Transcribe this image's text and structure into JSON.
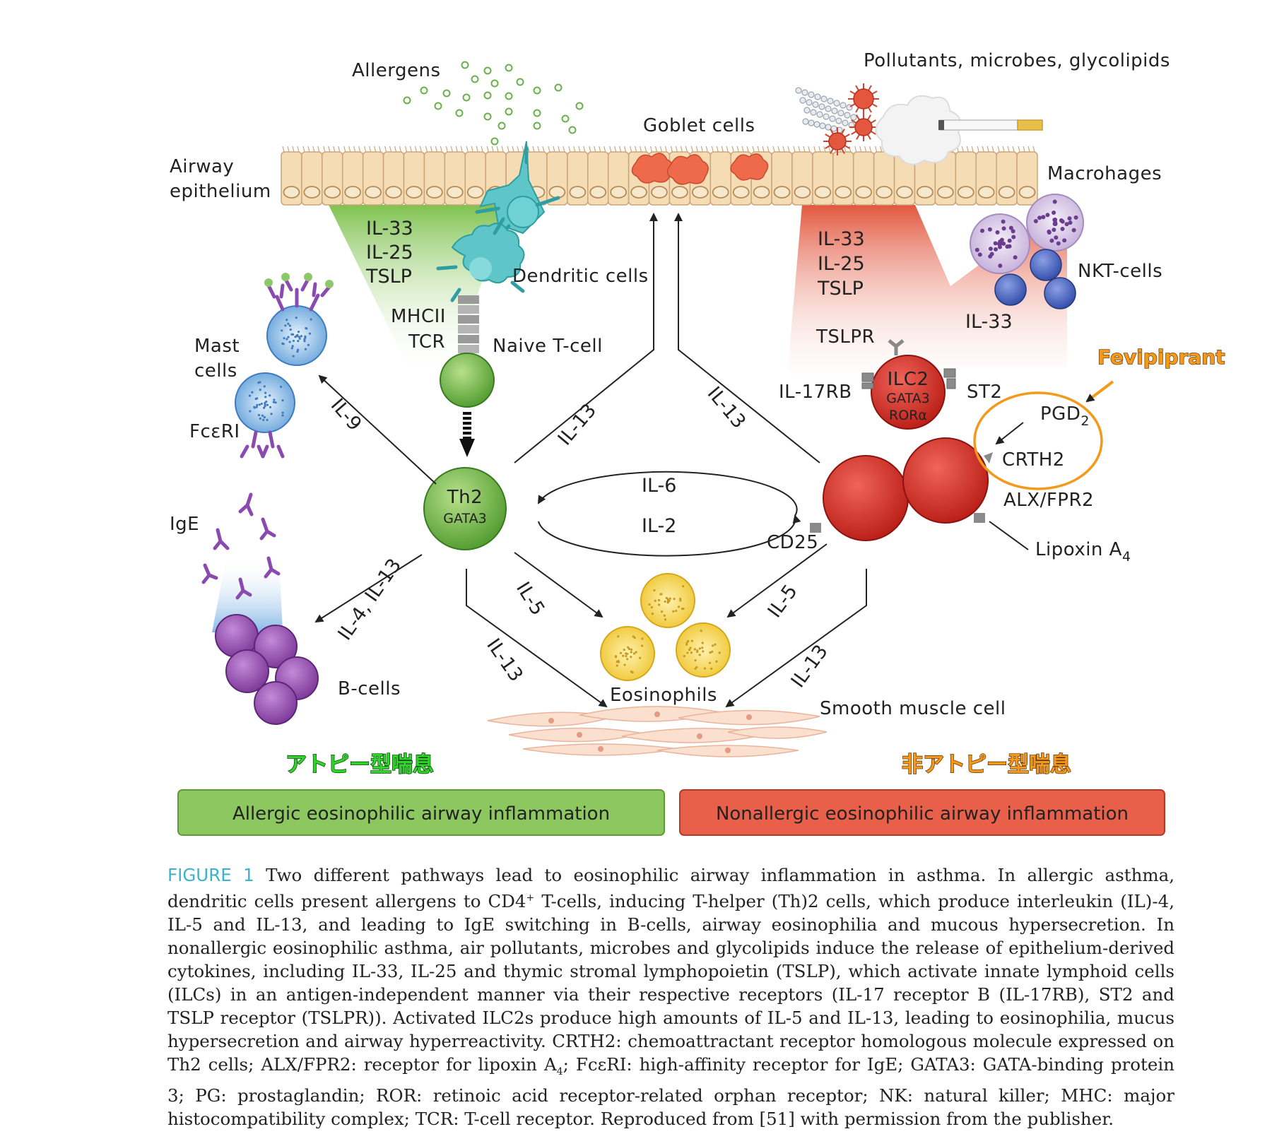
{
  "labels": {
    "allergens": "Allergens",
    "pollutants": "Pollutants, microbes, glycolipids",
    "goblet": "Goblet cells",
    "airway_line1": "Airway",
    "airway_line2": "epithelium",
    "macrophages": "Macrohages",
    "nkt": "NKT-cells",
    "dendritic": "Dendritic cells",
    "mhcii": "MHCII",
    "tcr": "TCR",
    "naive_t": "Naive T-cell",
    "mast_line1": "Mast",
    "mast_line2": "cells",
    "fceri": "FcεRI",
    "ige": "IgE",
    "bcells": "B-cells",
    "eosinophils": "Eosinophils",
    "smooth_muscle": "Smooth muscle cell",
    "th2": "Th2",
    "th2_gata3": "GATA3",
    "ilc2": "ILC2",
    "ilc2_gata3": "GATA3",
    "ilc2_ror": "RORα",
    "tslpr": "TSLPR",
    "il17rb": "IL-17RB",
    "st2": "ST2",
    "pgd2": "PGD",
    "pgd2_sub": "2",
    "crth2": "CRTH2",
    "alx": "ALX/FPR2",
    "lipoxin": "Lipoxin A",
    "lipoxin_sub": "4",
    "cd25": "CD25",
    "fevipiprant": "Fevipiprant"
  },
  "cytokines": {
    "left_il33": "IL-33",
    "left_il25": "IL-25",
    "left_tslp": "TSLP",
    "right_il33": "IL-33",
    "right_il25": "IL-25",
    "right_tslp": "TSLP",
    "right_il33_b": "IL-33",
    "il9": "IL-9",
    "il13_up_left": "IL-13",
    "il13_up_right": "IL-13",
    "il6": "IL-6",
    "il2": "IL-2",
    "il4_il13": "IL-4, IL-13",
    "il5_left": "IL-5",
    "il5_right": "IL-5",
    "il13_down_left": "IL-13",
    "il13_down_right": "IL-13"
  },
  "headings": {
    "jp_left": "アトピー型喘息",
    "jp_right": "非アトピー型喘息"
  },
  "banners": {
    "left": "Allergic eosinophilic airway inflammation",
    "right": "Nonallergic eosinophilic airway inflammation"
  },
  "caption": {
    "figure_label": "FIGURE 1",
    "part1": " Two different pathways lead to eosinophilic airway inflammation in asthma. In allergic asthma, dendritic cells present allergens to CD4",
    "sup1": "+",
    "part2": " T-cells, inducing T-helper (Th)2 cells, which produce interleukin (IL)-4, IL-5 and IL-13, and leading to IgE switching in B-cells, airway eosinophilia and mucous hypersecretion. In nonallergic eosinophilic asthma, air pollutants, microbes and glycolipids induce the release of epithelium-derived cytokines, including IL-33, IL-25 and thymic stromal lymphopoietin (TSLP), which activate innate lymphoid cells (ILCs) in an antigen-independent manner via their respective receptors (IL-17 receptor B (IL-17RB), ST2 and TSLP receptor (TSLPR)). Activated ILC2s produce high amounts of IL-5 and IL-13, leading to eosinophilia, mucus hypersecretion and airway hyperreactivity. CRTH2: chemoattractant receptor homologous molecule expressed on Th2 cells; ALX/FPR2: receptor for lipoxin A",
    "sub1": "4",
    "part3": "; FcεRI: high-affinity receptor for IgE; GATA3: GATA-binding protein 3; PG: prostaglandin; ROR: retinoic acid receptor-related orphan receptor; NK: natural killer; MHC: major histocompatibility complex; TCR: T-cell receptor. Reproduced from [51] with permission from the publisher."
  },
  "colors": {
    "epithelium": "#f5dcb4",
    "goblet": "#ef6a4a",
    "allergic_green": "#8cc760",
    "nonallergic_red": "#e8604a",
    "th2_green": "#7cc04a",
    "ilc2_red": "#d92a1e",
    "eosinophil": "#f4cf3a",
    "bcell": "#9a4fb6",
    "mast": "#5ea4dc",
    "fevi_orange": "#f39a1c",
    "caption_label": "#3bb4c8"
  }
}
